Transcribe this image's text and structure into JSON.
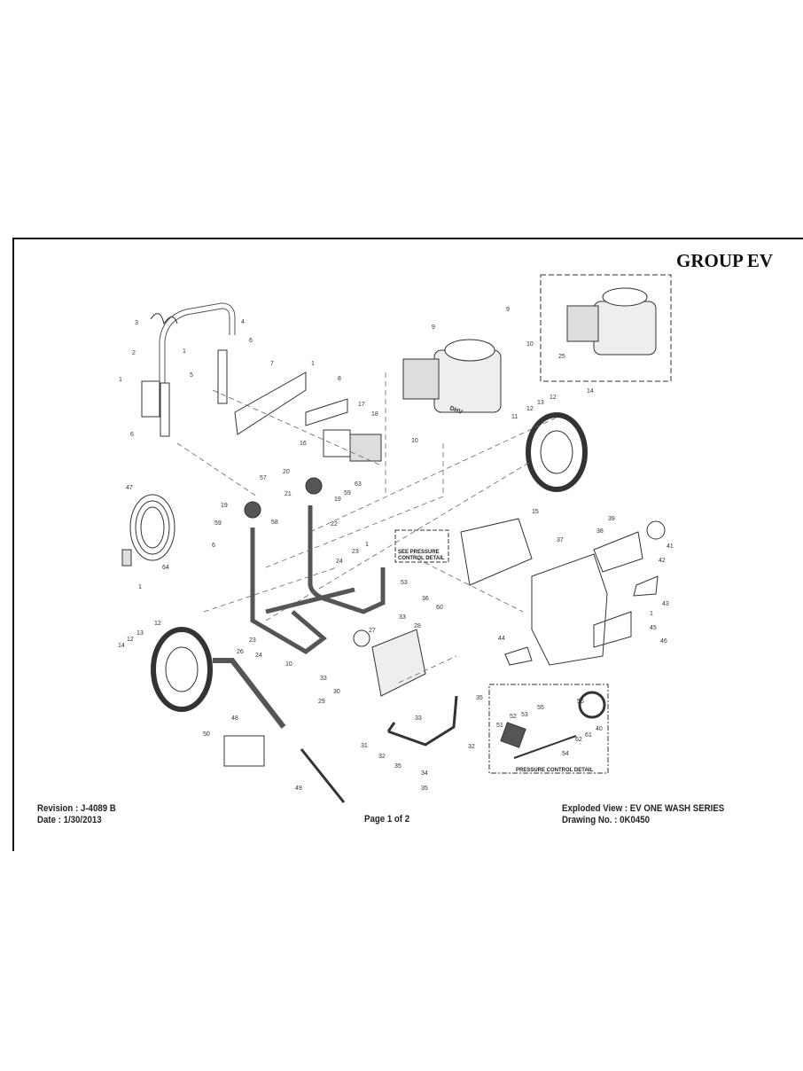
{
  "header": {
    "group_title": "GROUP EV"
  },
  "footer": {
    "revision": "Revision : J-4089 B",
    "date": "Date : 1/30/2013",
    "page": "Page 1 of 2",
    "exploded_view": "Exploded View : EV ONE WASH SERIES",
    "drawing_no": "Drawing No. : 0K0450"
  },
  "details": {
    "see_pressure_line1": "SEE PRESSURE",
    "see_pressure_line2": "CONTROL DETAIL",
    "pressure_control_detail": "PRESSURE CONTROL DETAIL",
    "engine_brand": "DHV"
  },
  "callouts": [
    "3",
    "4",
    "2",
    "6",
    "1",
    "1",
    "5",
    "7",
    "1",
    "8",
    "17",
    "18",
    "16",
    "6",
    "63",
    "59",
    "19",
    "20",
    "57",
    "21",
    "22",
    "19",
    "59",
    "58",
    "6",
    "47",
    "9",
    "10",
    "11",
    "10",
    "9",
    "25",
    "12",
    "13",
    "14",
    "12",
    "15",
    "39",
    "38",
    "37",
    "41",
    "42",
    "43",
    "1",
    "45",
    "46",
    "44",
    "1",
    "23",
    "24",
    "53",
    "36",
    "60",
    "64",
    "1",
    "12",
    "13",
    "12",
    "14",
    "23",
    "26",
    "24",
    "10",
    "33",
    "28",
    "27",
    "33",
    "30",
    "29",
    "33",
    "35",
    "31",
    "32",
    "32",
    "35",
    "34",
    "35",
    "48",
    "50",
    "49",
    "56",
    "55",
    "53",
    "52",
    "51",
    "40",
    "61",
    "62",
    "54"
  ]
}
